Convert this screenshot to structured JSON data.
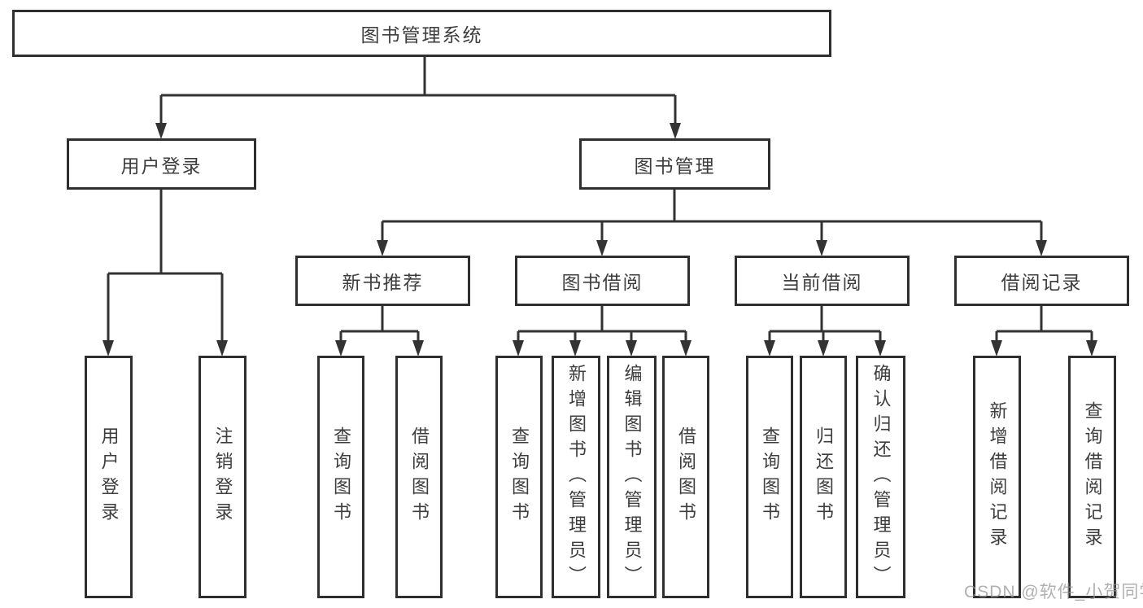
{
  "tree": {
    "label": "图书管理系统",
    "children": [
      {
        "label": "用户登录",
        "children": [
          {
            "label": "用户登录"
          },
          {
            "label": "注销登录"
          }
        ]
      },
      {
        "label": "图书管理",
        "children": [
          {
            "label": "新书推荐",
            "children": [
              {
                "label": "查询图书"
              },
              {
                "label": "借阅图书"
              }
            ]
          },
          {
            "label": "图书借阅",
            "children": [
              {
                "label": "查询图书"
              },
              {
                "label": "新增图书（管理员）"
              },
              {
                "label": "编辑图书（管理员）"
              },
              {
                "label": "借阅图书"
              }
            ]
          },
          {
            "label": "当前借阅",
            "children": [
              {
                "label": "查询图书"
              },
              {
                "label": "归还图书"
              },
              {
                "label": "确认归还（管理员）"
              }
            ]
          },
          {
            "label": "借阅记录",
            "children": [
              {
                "label": "新增借阅记录"
              },
              {
                "label": "查询借阅记录"
              }
            ]
          }
        ]
      }
    ]
  },
  "watermark": "CSDN @软件_小贺同学",
  "colors": {
    "line": "#333333",
    "border": "#2f2f2f",
    "text": "#3d3d3d",
    "box_background": "#ffffff",
    "watermark": "#969696"
  }
}
